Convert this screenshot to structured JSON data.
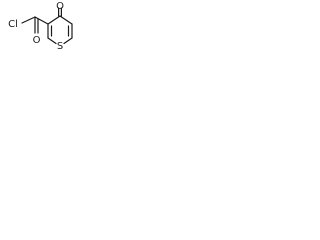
{
  "molecule": {
    "atoms": {
      "chlorine": "Cl",
      "oxygen": "O",
      "sulfur": "S"
    }
  }
}
